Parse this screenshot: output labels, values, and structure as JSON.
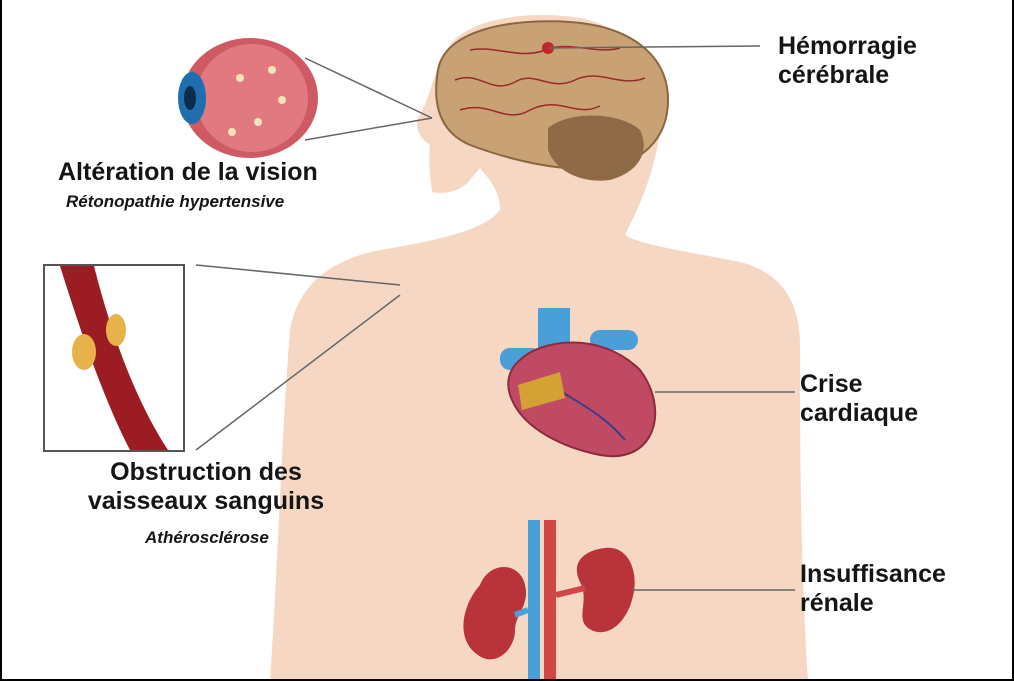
{
  "labels": {
    "hemorrhage_line1": "Hémorragie",
    "hemorrhage_line2": "cérébrale",
    "vision_title": "Altération de la vision",
    "vision_sub": "Rétonopathie hypertensive",
    "vessel_line1": "Obstruction des",
    "vessel_line2": "vaisseaux sanguins",
    "vessel_sub": "Athérosclérose",
    "heart_line1": "Crise",
    "heart_line2": "cardiaque",
    "kidney_line1": "Insuffisance",
    "kidney_line2": "rénale"
  },
  "colors": {
    "skin": "#f6d7c3",
    "brain": "#c8a174",
    "cerebellum": "#8e6a47",
    "artery": "#9b1c23",
    "plaque": "#e7b24a",
    "kidney": "#b8333a",
    "heart": "#c04a63",
    "vessel_blue": "#4a9fd8",
    "eye": "#cf5a64"
  }
}
